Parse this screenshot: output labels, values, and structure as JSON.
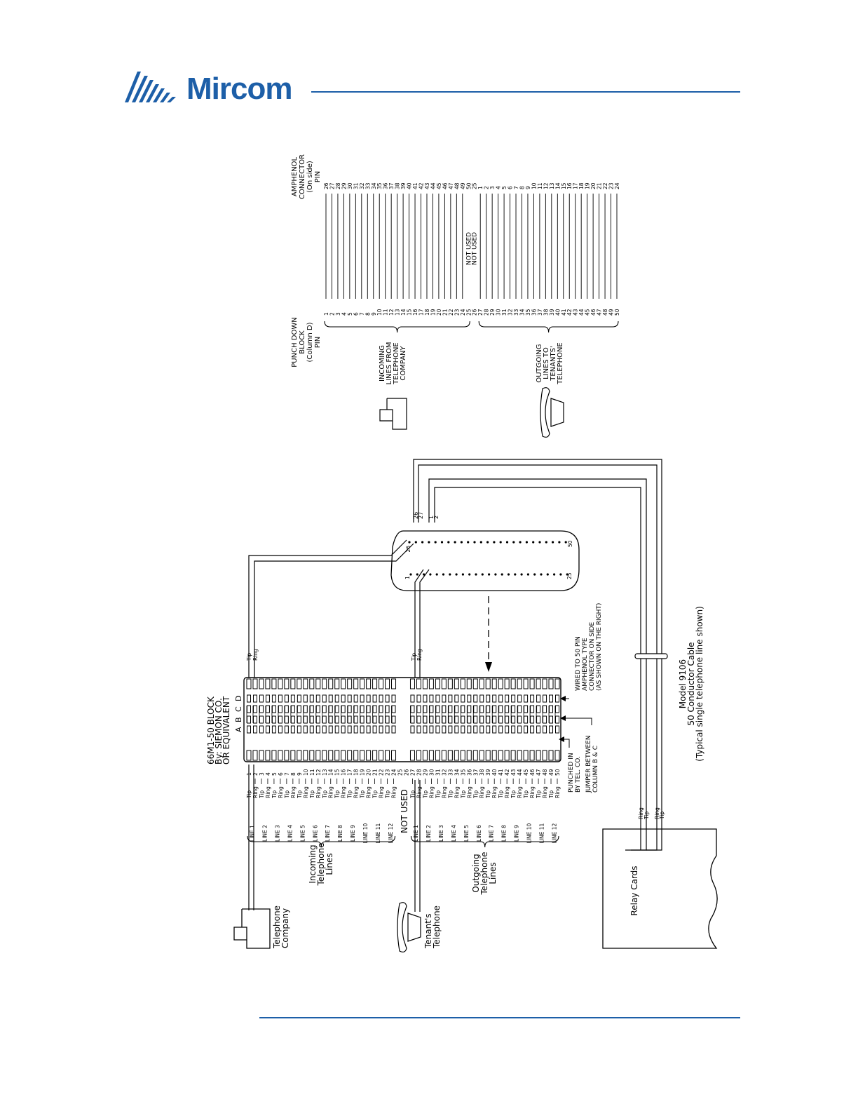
{
  "header": {
    "brand": "Mircom",
    "accent_color": "#1d5fa8",
    "logo_icon": "mircom-stripes-icon"
  },
  "block": {
    "title_lines": [
      "66M1-50 BLOCK",
      "By: SIEMON CO.",
      "OR EQUIVALENT"
    ],
    "columns": [
      "A",
      "B",
      "C",
      "D"
    ]
  },
  "left_side": {
    "telephone_company": [
      "Telephone",
      "Company"
    ],
    "tenants_telephone": [
      "Tenant's",
      "Telephone"
    ],
    "incoming_lines": [
      "Incoming",
      "Telephone",
      "Lines"
    ],
    "outgoing_lines": [
      "Outgoing",
      "Telephone",
      "Lines"
    ],
    "not_used": "NOT USED",
    "incoming_line_labels": [
      "LINE 1",
      "LINE 2",
      "LINE 3",
      "LINE 4",
      "LINE 5",
      "LINE 6",
      "LINE 7",
      "LINE 8",
      "LINE 9",
      "LINE 10",
      "LINE 11",
      "LINE 12"
    ],
    "outgoing_line_labels": [
      "LINE 1",
      "LINE 2",
      "LINE 3",
      "LINE 4",
      "LINE 5",
      "LINE 6",
      "LINE 7",
      "LINE 8",
      "LINE 9",
      "LINE 10",
      "LINE 11",
      "LINE 12"
    ],
    "tip": "Tip",
    "ring": "Ring"
  },
  "annotations": {
    "punched_in": [
      "PUNCHED IN",
      "BY TEL. CO."
    ],
    "jumper": [
      "JUMPER BETWEEN",
      "COLUMN B & C"
    ],
    "wired_to": [
      "WIRED TO 50 PIN",
      "AMPHENOL TYPE",
      "CONNECTOR ON SIDE",
      "(AS SHOWN ON THE RIGHT)"
    ],
    "cable": [
      "Model 9106",
      "50 Conductor Cable",
      "(Typical single telephone line shown)"
    ],
    "relay_cards": "Relay Cards",
    "relay_pins": [
      "Ring",
      "Tip",
      "Ring",
      "Tip"
    ]
  },
  "connector": {
    "top_labels": [
      "26",
      "27",
      "1",
      "2"
    ],
    "end_labels": [
      "26",
      "50",
      "1",
      "25"
    ]
  },
  "table": {
    "punch_header": [
      "PUNCH DOWN",
      "BLOCK",
      "(Column D)",
      "PIN"
    ],
    "amphenol_header": [
      "AMPHENOL",
      "CONNECTOR",
      "(On side)",
      "PIN"
    ],
    "not_used": "NOT USED",
    "incoming_group": [
      "INCOMING",
      "LINES FROM",
      "TELEPHONE",
      "COMPANY"
    ],
    "outgoing_group": [
      "OUTGOING",
      "LINES TO",
      "TENANTS'",
      "TELEPHONE"
    ],
    "punch_pins": [
      "1",
      "2",
      "3",
      "4",
      "5",
      "6",
      "7",
      "8",
      "9",
      "10",
      "11",
      "12",
      "13",
      "14",
      "15",
      "16",
      "17",
      "18",
      "19",
      "20",
      "21",
      "22",
      "23",
      "24",
      "25",
      "26",
      "27",
      "28",
      "29",
      "30",
      "31",
      "32",
      "33",
      "34",
      "35",
      "36",
      "37",
      "38",
      "39",
      "40",
      "41",
      "42",
      "43",
      "44",
      "45",
      "46",
      "47",
      "48",
      "49",
      "50"
    ],
    "amphenol_pins": [
      "26",
      "27",
      "28",
      "29",
      "30",
      "31",
      "32",
      "33",
      "34",
      "35",
      "36",
      "37",
      "38",
      "39",
      "40",
      "41",
      "42",
      "43",
      "44",
      "45",
      "46",
      "47",
      "48",
      "49",
      "50",
      "25",
      "1",
      "2",
      "3",
      "4",
      "5",
      "6",
      "7",
      "8",
      "9",
      "10",
      "11",
      "12",
      "13",
      "14",
      "15",
      "16",
      "17",
      "18",
      "19",
      "20",
      "21",
      "22",
      "23",
      "24"
    ]
  }
}
